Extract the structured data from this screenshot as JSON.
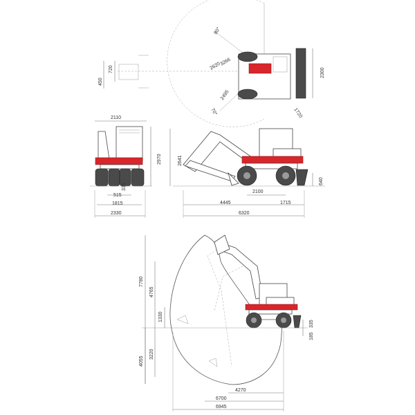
{
  "colors": {
    "accent": "#d8262b",
    "line": "#777777",
    "tire": "#4a4a4a"
  },
  "top_view": {
    "labels": {
      "angle_80": "80°",
      "angle_70": "70°",
      "d2620": "2620",
      "d3266": "3266",
      "d2495": "2495",
      "d1720": "1720",
      "d2300": "2300",
      "d720": "720",
      "d450": "450"
    }
  },
  "front_view": {
    "labels": {
      "d2110": "2110",
      "d2970": "2970",
      "d335": "335",
      "d515": "515",
      "d1815": "1815",
      "d2330": "2330"
    }
  },
  "side_view": {
    "labels": {
      "d2641": "2641",
      "d640": "640",
      "d2100": "2100",
      "d1715": "1715",
      "d4445": "4445",
      "d6320": "6320"
    }
  },
  "working_range": {
    "labels": {
      "d7780": "7780",
      "d4765": "4765",
      "d1330": "1330",
      "d4055": "4055",
      "d3220": "3220",
      "d335": "335",
      "d185": "185",
      "d4270": "4270",
      "d6700": "6700",
      "d6945": "6945"
    }
  }
}
